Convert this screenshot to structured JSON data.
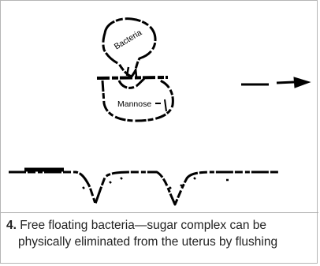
{
  "labels": {
    "bacteria": "Bacteria",
    "mannose": "Mannose"
  },
  "caption": {
    "number": "4.",
    "line1": " Free floating bacteria—sugar complex can be",
    "line2": "physically eliminated from the uterus by flushing"
  },
  "colors": {
    "ink": "#000000",
    "divider": "#a9a9a9",
    "caption_text": "#222222"
  }
}
